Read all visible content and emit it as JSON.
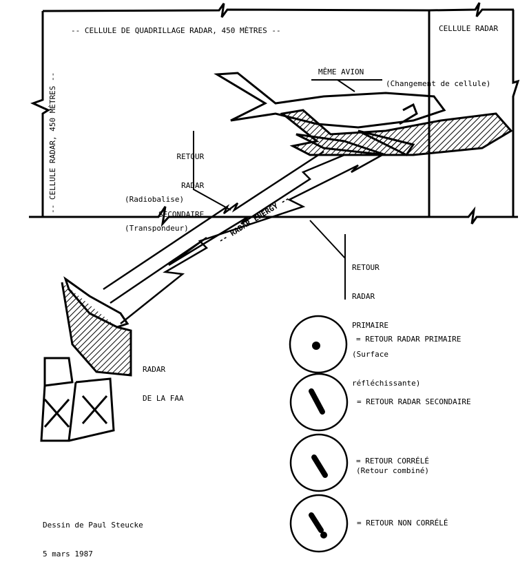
{
  "grid_cell_label": "-- CELLULE DE QUADRILLAGE RADAR, 450 MÈTRES --",
  "vertical_cell_label": "-- CELLULE RADAR, 450 MÈTRES --",
  "radar_cell_label": "CELLULE RADAR",
  "same_aircraft": {
    "title": "MÊME AVION",
    "note": "(Changement de cellule)"
  },
  "secondary_return": {
    "lines": [
      "RETOUR",
      "RADAR",
      "SECONDAIRE"
    ],
    "notes": [
      "(Radiobalise)",
      "(Transpondeur)"
    ]
  },
  "primary_return": {
    "lines": [
      "RETOUR",
      "RADAR",
      "PRIMAIRE"
    ],
    "notes": [
      "(Surface",
      "réfléchissante)"
    ]
  },
  "beam_label": "-- RADAR ENERGY --",
  "faa_radar": [
    "RADAR",
    "DE LA FAA"
  ],
  "legend": [
    {
      "symbol": "dot",
      "label": "= RETOUR RADAR PRIMAIRE"
    },
    {
      "symbol": "slash",
      "label": "= RETOUR RADAR SECONDAIRE"
    },
    {
      "symbol": "slash",
      "label": "= RETOUR CORRÉLÉ",
      "sub": "(Retour combiné)"
    },
    {
      "symbol": "slash-dot",
      "label": "= RETOUR NON CORRÉLÉ"
    }
  ],
  "credit": [
    "Dessin de Paul Steucke",
    "5 mars 1987"
  ]
}
